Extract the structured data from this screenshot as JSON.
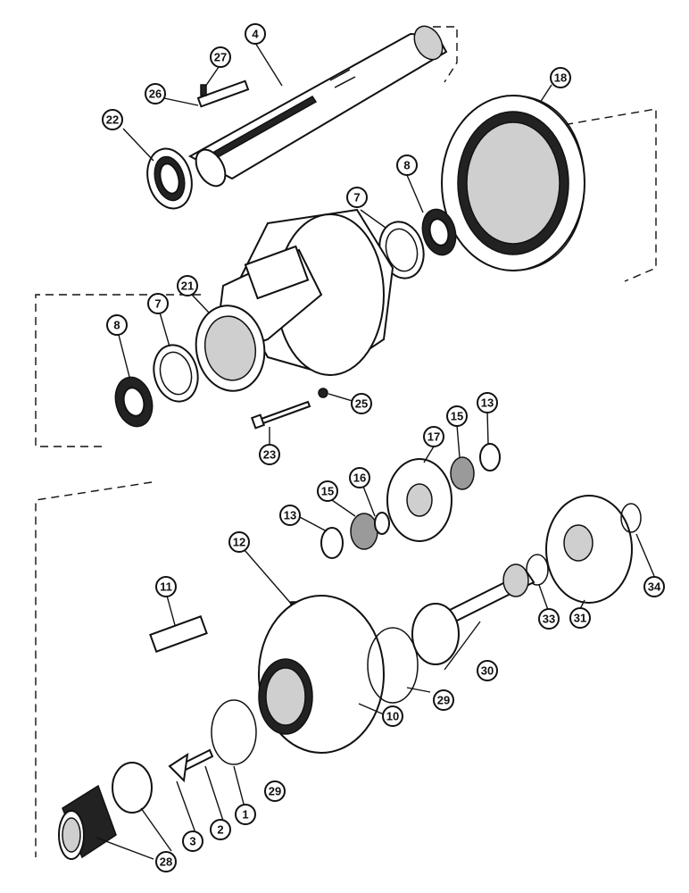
{
  "callouts": {
    "c1": "1",
    "c2": "2",
    "c3": "3",
    "c4": "4",
    "c7a": "7",
    "c7b": "7",
    "c8a": "8",
    "c8b": "8",
    "c10": "10",
    "c11": "11",
    "c12": "12",
    "c13a": "13",
    "c13b": "13",
    "c15a": "15",
    "c15b": "15",
    "c16": "16",
    "c17": "17",
    "c18": "18",
    "c21": "21",
    "c22": "22",
    "c23": "23",
    "c25": "25",
    "c26": "26",
    "c27": "27",
    "c28": "28",
    "c29a": "29",
    "c29b": "29",
    "c30": "30",
    "c31": "31",
    "c33": "33",
    "c34": "34"
  }
}
